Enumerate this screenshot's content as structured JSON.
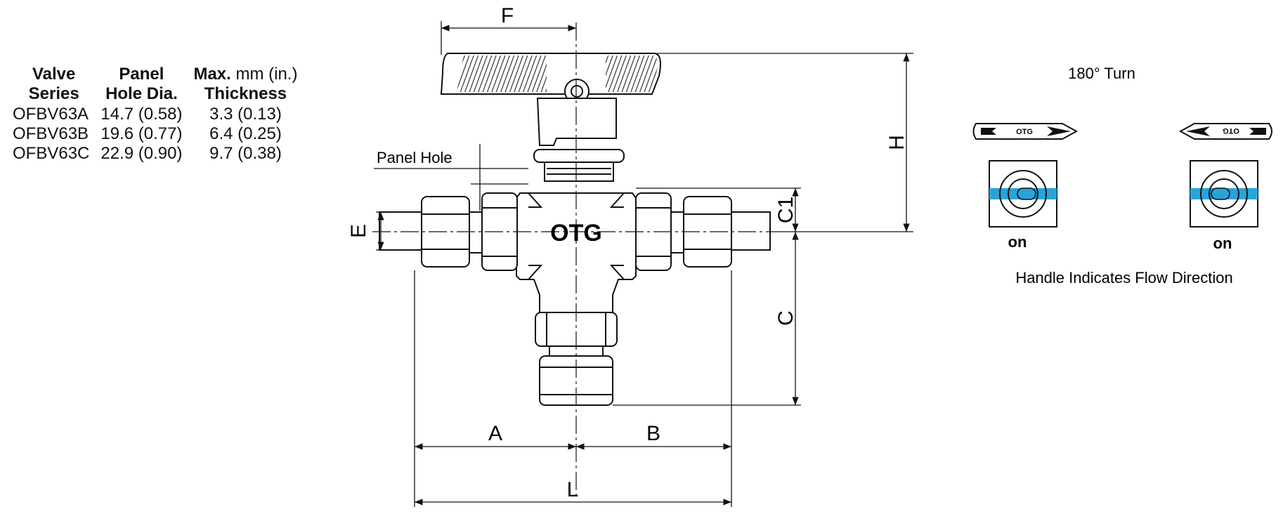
{
  "table": {
    "headers": [
      {
        "line1": "Valve",
        "line2": "Series"
      },
      {
        "line1": "Panel",
        "line2": "Hole Dia."
      },
      {
        "line1": "Max.",
        "unit": "mm (in.)",
        "line2": "Thickness"
      }
    ],
    "rows": [
      [
        "OFBV63A",
        "14.7 (0.58)",
        "3.3 (0.13)"
      ],
      [
        "OFBV63B",
        "19.6 (0.77)",
        "6.4 (0.25)"
      ],
      [
        "OFBV63C",
        "22.9 (0.90)",
        "9.7 (0.38)"
      ]
    ]
  },
  "drawing": {
    "panel_hole_label": "Panel Hole",
    "brand": "OTG",
    "dims": {
      "F": "F",
      "H": "H",
      "C1": "C1",
      "C": "C",
      "E": "E",
      "A": "A",
      "B": "B",
      "L": "L"
    }
  },
  "indicator": {
    "title": "180° Turn",
    "handle_text": "OTG",
    "on_left": "on",
    "on_right": "on",
    "caption": "Handle Indicates Flow Direction",
    "flow_color": "#29a3d9"
  }
}
